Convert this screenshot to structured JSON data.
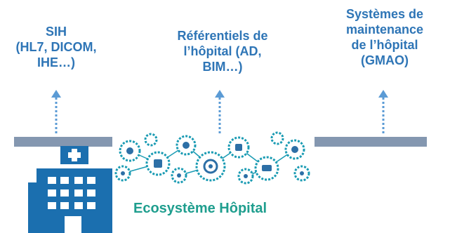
{
  "colors": {
    "label": "#2E75B6",
    "arrow": "#5B9BD5",
    "bar": "#8497B0",
    "building": "#1B6FAF",
    "caption": "#1F9E8E"
  },
  "top_labels": [
    {
      "text": "SIH\n(HL7, DICOM,\nIHE…)"
    },
    {
      "text": "Référentiels de\nl’hôpital (AD,\nBIM…)"
    },
    {
      "text": "Systèmes de\nmaintenance\nde l’hôpital\n(GMAO)"
    }
  ],
  "building_icon": "hospital-building-icon",
  "ecosystem_icon": "gears-network-icon",
  "caption": "Ecosystème Hôpital"
}
